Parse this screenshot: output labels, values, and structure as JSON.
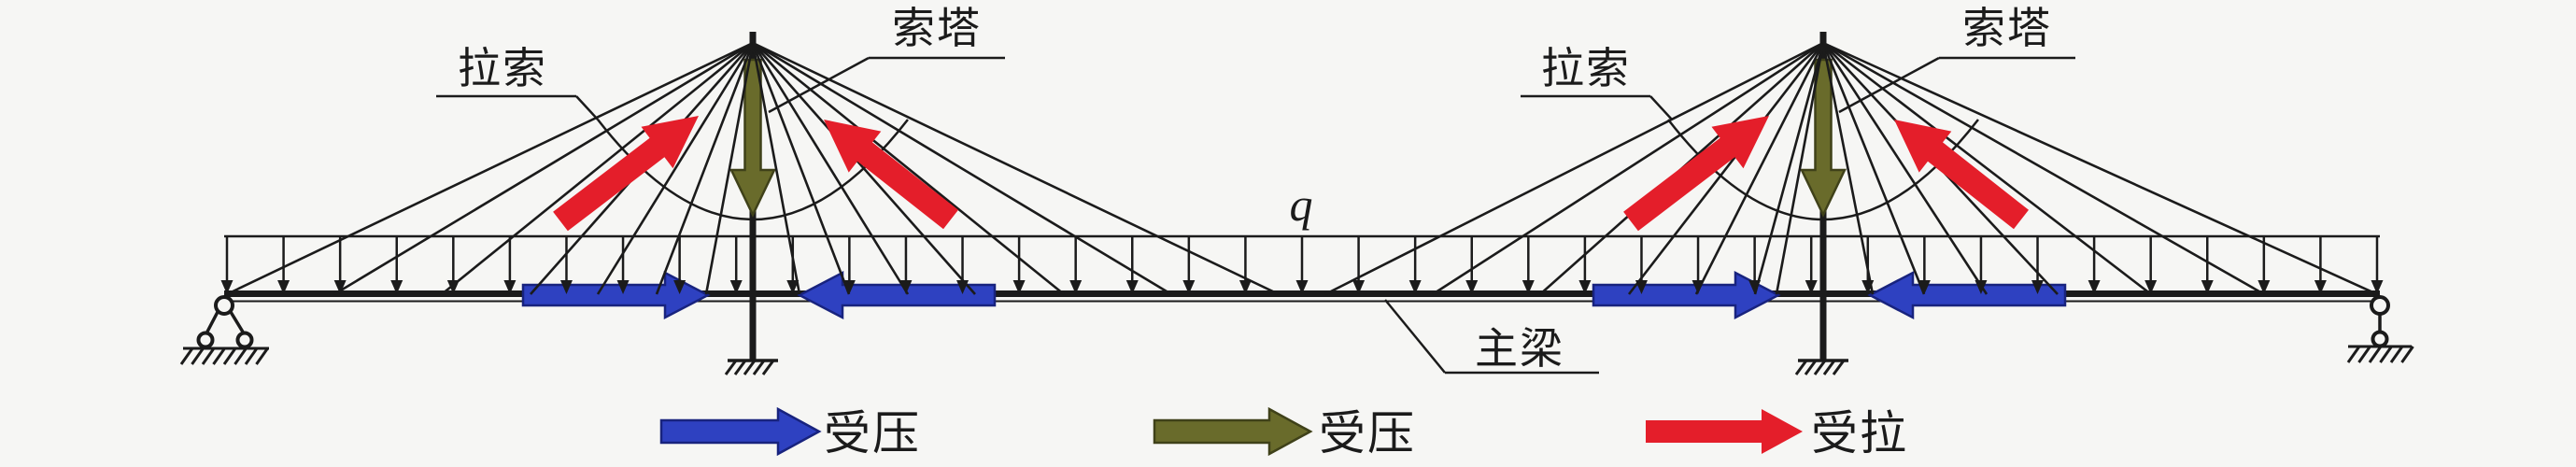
{
  "diagram": {
    "kind": "cable-stayed-bridge-force-diagram",
    "background": "#f6f6f4",
    "line_color": "#1b1b1b"
  },
  "labels": {
    "cable_left": "拉索",
    "tower_left": "索塔",
    "cable_right": "拉索",
    "tower_right": "索塔",
    "distributed_load": "q",
    "girder": "主梁"
  },
  "colors": {
    "beam_compression_fill": "#2e41c1",
    "beam_compression_outline": "#18237e",
    "tower_compression_fill": "#696b2b",
    "tower_compression_outline": "#3f4119",
    "cable_tension_fill": "#e41e2a"
  },
  "legend": [
    {
      "id": "beam-compression",
      "label": "受压",
      "color": "#2e41c1",
      "outline": "#18237e"
    },
    {
      "id": "tower-compression",
      "label": "受压",
      "color": "#696b2b",
      "outline": "#3f4119"
    },
    {
      "id": "cable-tension",
      "label": "受拉",
      "color": "#e41e2a",
      "outline": "none"
    }
  ]
}
